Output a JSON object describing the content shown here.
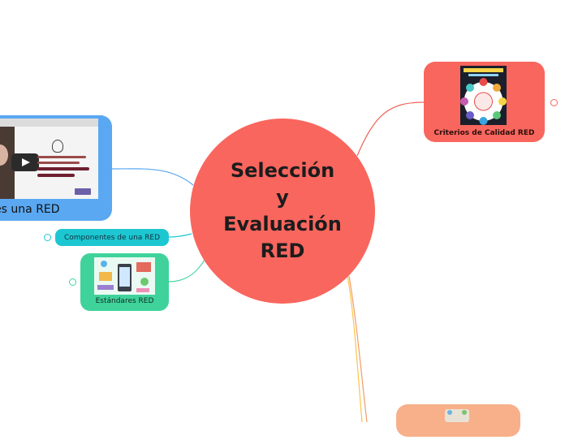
{
  "central": {
    "title": "Selección y\nEvaluación\nRED",
    "color": "#f9665e"
  },
  "nodes": {
    "video": {
      "label": "e es una RED",
      "color": "#5aa8f2"
    },
    "componentes": {
      "label": "Componentes de una RED",
      "color": "#1dc7d1"
    },
    "estandares": {
      "label": "Estándares RED",
      "color": "#3fd39b"
    },
    "criterios": {
      "label": "Criterios de Calidad RED",
      "color": "#f9665e"
    },
    "bottom": {
      "label": "",
      "color": "#f7b08a"
    }
  },
  "connector_colors": {
    "video": "#5aa8f2",
    "componentes": "#1dc7d1",
    "estandares": "#3fd39b",
    "criterios": "#f0645a",
    "bottom_a": "#f7c64a",
    "bottom_b": "#f39a6b"
  }
}
